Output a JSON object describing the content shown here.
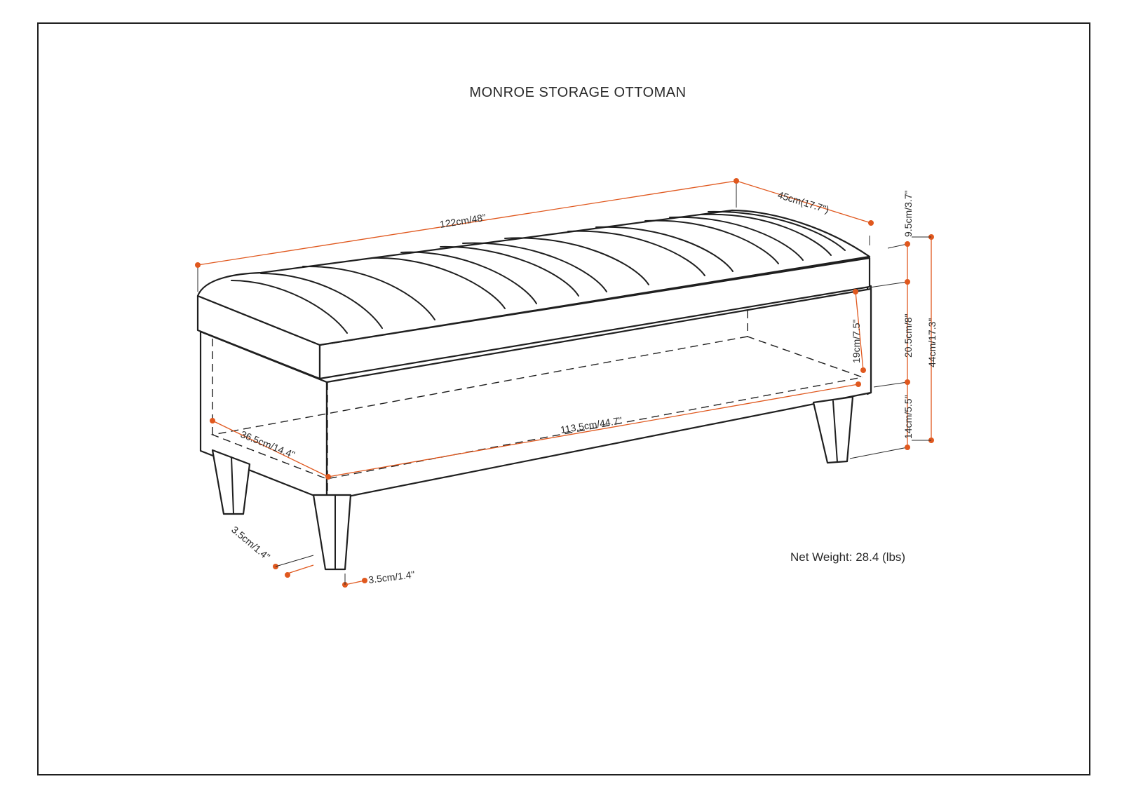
{
  "title": "MONROE STORAGE OTTOMAN",
  "net_weight": "Net Weight: 28.4 (lbs)",
  "dimensions": {
    "overall_width": "122cm/48”",
    "depth": "45cm(17.7\")",
    "cushion_height": "9.5cm/3.7\"",
    "box_height": "20.5cm/8\"",
    "overall_height": "44cm/17.3\"",
    "storage_depth_height": "19cm/7.5\"",
    "leg_height": "14cm/5.5\"",
    "storage_width": "113.5cm/44.7\"",
    "storage_depth": "36.5cm/14.4\"",
    "leg_depth": "3.5cm/1.4\"",
    "leg_width": "3.5cm/1.4\""
  },
  "colors": {
    "outline": "#1f1f1f",
    "dimension": "#e0581e"
  }
}
